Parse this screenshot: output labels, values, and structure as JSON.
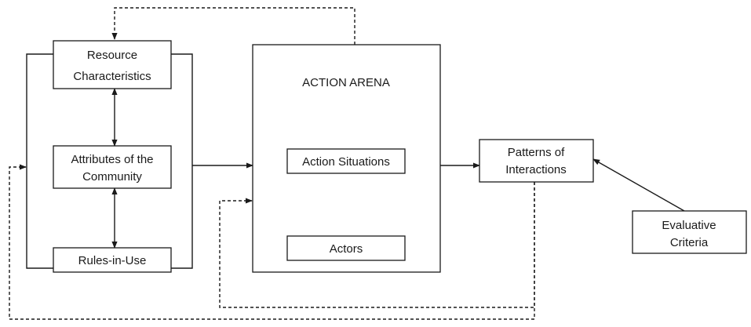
{
  "nodes": {
    "resource_characteristics": {
      "line1": "Resource",
      "line2": "Characteristics"
    },
    "attributes_community": {
      "line1": "Attributes of the",
      "line2": "Community"
    },
    "rules_in_use": {
      "label": "Rules-in-Use"
    },
    "action_arena": {
      "title": "ACTION ARENA"
    },
    "action_situations": {
      "label": "Action Situations"
    },
    "actors": {
      "label": "Actors"
    },
    "patterns_interactions": {
      "line1": "Patterns of",
      "line2": "Interactions"
    },
    "evaluative_criteria": {
      "line1": "Evaluative",
      "line2": "Criteria"
    }
  },
  "colors": {
    "stroke": "#1a1a1a",
    "background": "#ffffff"
  }
}
